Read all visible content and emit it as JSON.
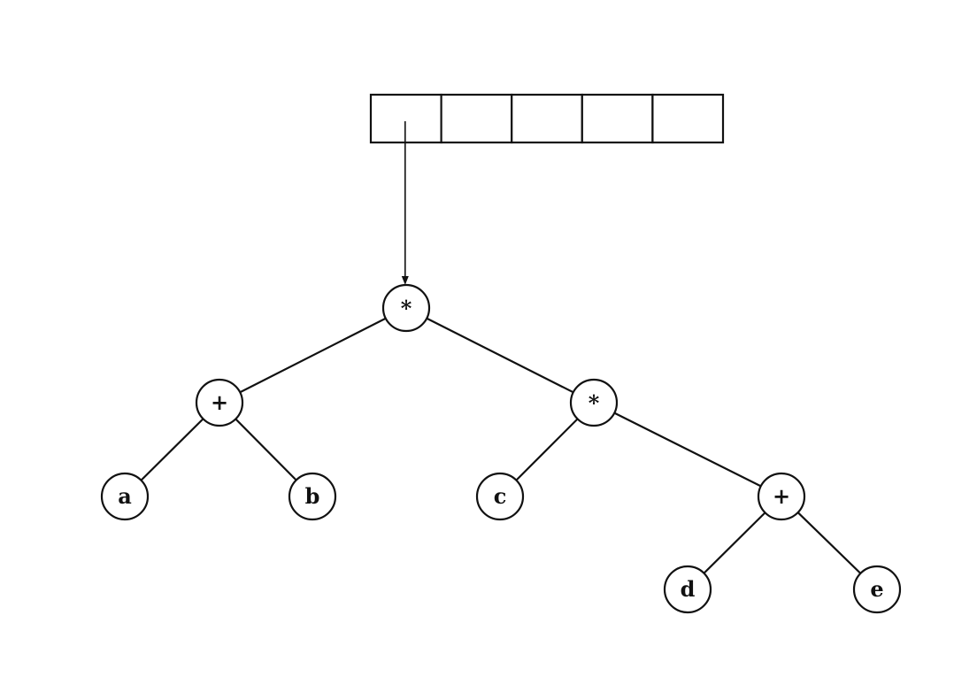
{
  "array": {
    "cell_count": 5,
    "pointer_from_cell": 0,
    "pointer_to_node": "root"
  },
  "tree": {
    "nodes": [
      {
        "id": "root",
        "label": "*"
      },
      {
        "id": "plus_left",
        "label": "+"
      },
      {
        "id": "star_right",
        "label": "*"
      },
      {
        "id": "a",
        "label": "a"
      },
      {
        "id": "b",
        "label": "b"
      },
      {
        "id": "c",
        "label": "c"
      },
      {
        "id": "plus_right",
        "label": "+"
      },
      {
        "id": "d",
        "label": "d"
      },
      {
        "id": "e",
        "label": "e"
      }
    ],
    "edges": [
      [
        "root",
        "plus_left"
      ],
      [
        "root",
        "star_right"
      ],
      [
        "plus_left",
        "a"
      ],
      [
        "plus_left",
        "b"
      ],
      [
        "star_right",
        "c"
      ],
      [
        "star_right",
        "plus_right"
      ],
      [
        "plus_right",
        "d"
      ],
      [
        "plus_right",
        "e"
      ]
    ]
  }
}
